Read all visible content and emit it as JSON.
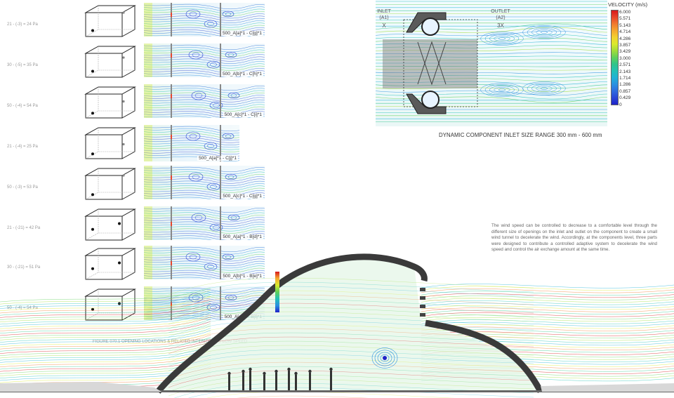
{
  "rows": [
    {
      "label": "21 - (-3) = 24 Pa",
      "sim_label": "500_A[a]*1 - C[g]*1"
    },
    {
      "label": "30 - (-5) = 35 Pa",
      "sim_label": "500_A[b]*1 - C[h]*1"
    },
    {
      "label": "50 - (-4) = 54 Pa",
      "sim_label": "500_A[c]*1 - C[i]*1"
    },
    {
      "label": "21 - (-4) = 25 Pa",
      "sim_label": "500_A[a]*1 - C[j]*1"
    },
    {
      "label": "50 - (-3) = 53 Pa",
      "sim_label": "500_A[c]*1 - C[g]*1"
    },
    {
      "label": "21 - (-21) = 42 Pa",
      "sim_label": "500_A[a]*1 - B[d]*1"
    },
    {
      "label": "30 - (-21) = 51 Pa",
      "sim_label": "500_A[b]*1 - B[e]*1"
    },
    {
      "label": "50 - (-4) = 54 Pa",
      "sim_label": "500_A[c]*1 - B[f]*1"
    }
  ],
  "figure_caption": "FIGURE 070.1 OPENING LOCATIONS & RELATED INTERIOR AIRFLOW SPEED",
  "top_diagram": {
    "inlet_label": "INLET",
    "inlet_code": "(A1)",
    "inlet_mult": "X",
    "outlet_label": "OUTLET",
    "outlet_code": "(A2)",
    "outlet_mult": "3X"
  },
  "legend": {
    "title": "VELOCITY (m/s)",
    "ticks": [
      "6.000",
      "5.571",
      "5.143",
      "4.714",
      "4.286",
      "3.857",
      "3.429",
      "3.000",
      "2.571",
      "2.143",
      "1.714",
      "1.286",
      "0.857",
      "0.429",
      "0"
    ],
    "colors": [
      "#d7191c",
      "#e8452a",
      "#f07a2f",
      "#f5a82f",
      "#f3d22f",
      "#d9ea2c",
      "#9fdc3a",
      "#5fd05a",
      "#2fc48a",
      "#22c1b6",
      "#20b2d6",
      "#2b90e0",
      "#2f6bdf",
      "#2a45d6",
      "#1f22c8"
    ]
  },
  "range_title": "DYNAMIC COMPONENT INLET SIZE RANGE 300 mm - 600 mm",
  "description": "The wind speed can be controlled to decrease to a comfortable level through the different size of openings on the inlet and outlet on the component to create a small wind tunnel to decelerate the wind. Accordingly, at the components level, three parts were designed to contribute a controlled adaptive system to decelerate the wind speed and control the air exchange amount at the same time."
}
